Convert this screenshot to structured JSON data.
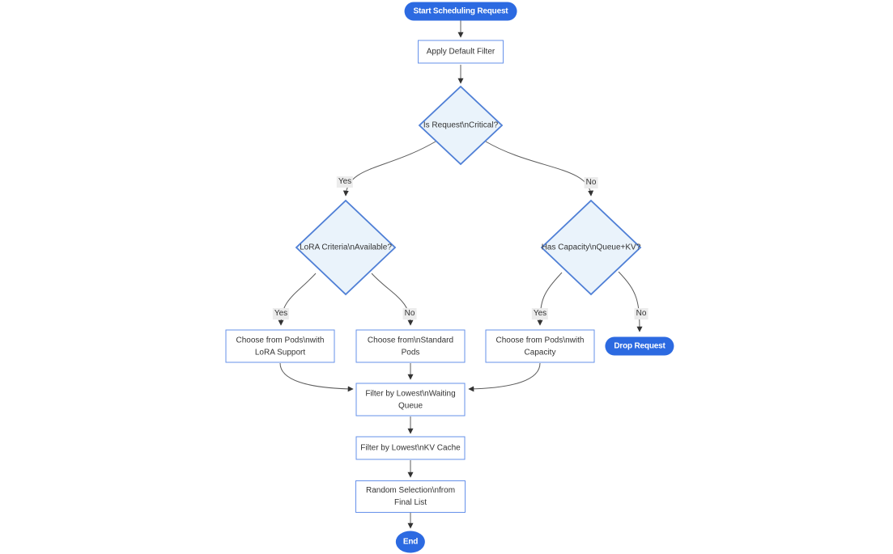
{
  "diagram": {
    "type": "flowchart",
    "direction": "top-down",
    "nodes": {
      "start": {
        "label": "Start Scheduling Request",
        "shape": "stadium"
      },
      "apply_filter": {
        "label": "Apply Default Filter",
        "shape": "rect"
      },
      "is_critical": {
        "label": "Is Request\\nCritical?",
        "shape": "diamond"
      },
      "lora_criteria": {
        "label": "LoRA Criteria\\nAvailable?",
        "shape": "diamond"
      },
      "has_capacity": {
        "label": "Has Capacity\\nQueue+KV?",
        "shape": "diamond"
      },
      "choose_lora_pods": {
        "label": "Choose from Pods\\nwith\nLoRA Support",
        "shape": "rect"
      },
      "choose_standard_pods": {
        "label": "Choose from\\nStandard\nPods",
        "shape": "rect"
      },
      "choose_capacity_pods": {
        "label": "Choose from Pods\\nwith\nCapacity",
        "shape": "rect"
      },
      "drop_request": {
        "label": "Drop Request",
        "shape": "stadium"
      },
      "filter_waiting_queue": {
        "label": "Filter by Lowest\\nWaiting\nQueue",
        "shape": "rect"
      },
      "filter_kv_cache": {
        "label": "Filter by Lowest\\nKV Cache",
        "shape": "rect"
      },
      "random_selection": {
        "label": "Random Selection\\nfrom\nFinal List",
        "shape": "rect"
      },
      "end": {
        "label": "End",
        "shape": "circle"
      }
    },
    "edge_labels": {
      "critical_yes": "Yes",
      "critical_no": "No",
      "lora_yes": "Yes",
      "lora_no": "No",
      "capacity_yes": "Yes",
      "capacity_no": "No"
    },
    "colors": {
      "accent_pill_bg": "#2c6ae1",
      "pill_text": "#ffffff",
      "decision_fill": "#eaf3fb",
      "decision_border": "#4f7fd6",
      "process_fill": "#ffffff",
      "process_border": "#6691ea",
      "edge_line": "#5c5c5c",
      "arrowhead": "#333333",
      "edge_label_bg": "#ececec",
      "node_text": "#333333"
    }
  }
}
